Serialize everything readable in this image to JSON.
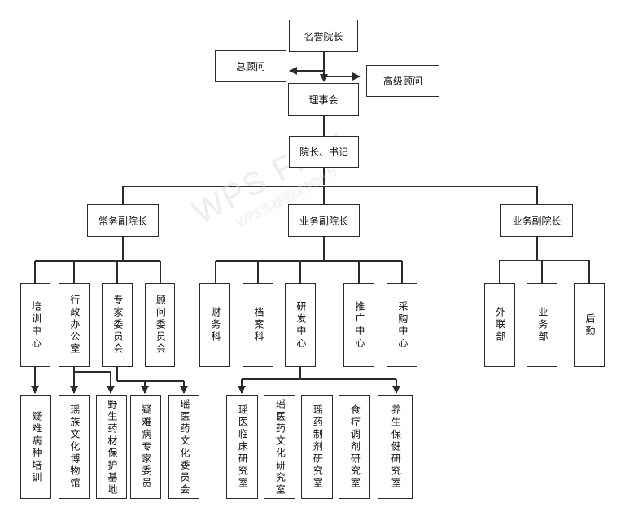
{
  "watermark": {
    "line1": "WPS Flow",
    "line2": "WPS流程图绘制助力"
  },
  "nodes": {
    "mingyu": "名誉院长",
    "zongguwen": "总顾问",
    "gaojiguwen": "高级顾问",
    "lishihui": "理事会",
    "yuanzhang": "院长、书记",
    "changwu": "常务副院长",
    "yewu1": "业务副院长",
    "yewu2": "业务副院长",
    "peixun": "培训中心",
    "xingzheng": "行政办公室",
    "zhuanjia": "专家委员会",
    "guwen": "顾问委员会",
    "caiwu": "财务科",
    "dangan": "档案科",
    "yanfa": "研发中心",
    "tuiguang": "推广中心",
    "caigou": "采购中心",
    "wailian": "外联部",
    "yewubu": "业务部",
    "houqin": "后勤",
    "yinan_px": "疑难病种培训",
    "yaozu": "瑶族文化博物馆",
    "yesheng": "野生药材保护基地",
    "yinan_zj": "疑难病专家委员",
    "yaoyi_wh_wyh": "瑶医药文化委员会",
    "linchuang": "瑶医临床研究室",
    "yaoyi_wh_yj": "瑶医药文化研究室",
    "yaoyao": "瑶药制剂研究室",
    "shiliao": "食疗调剂研究室",
    "yangsheng": "养生保健研究室"
  }
}
